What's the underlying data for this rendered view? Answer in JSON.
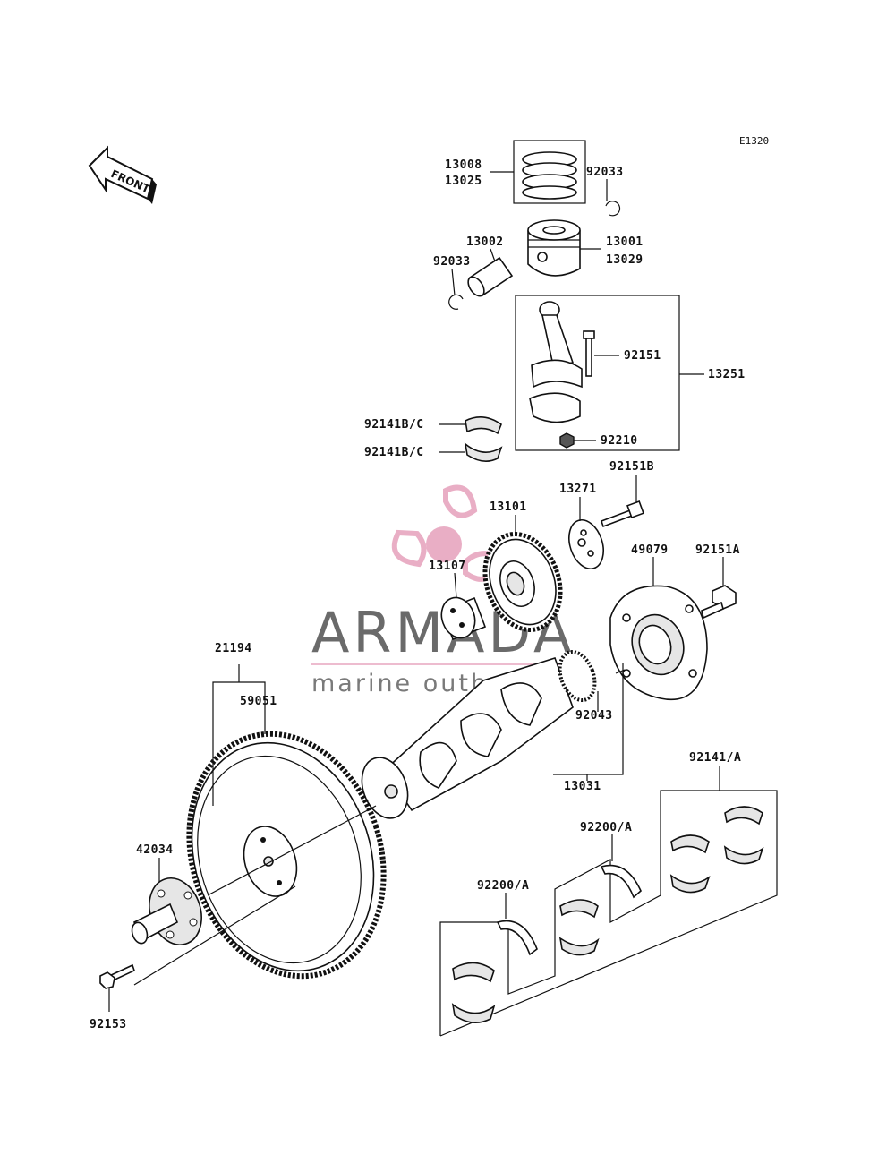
{
  "diagram_code": "E1320",
  "front_arrow_label": "FRONT",
  "watermark": {
    "brand": "ARMADA",
    "tagline": "marine outboard",
    "accent_color": "#e7a6bf"
  },
  "labels": {
    "p13008": "13008",
    "p13025": "13025",
    "p92033_top": "92033",
    "p13002": "13002",
    "p13001": "13001",
    "p13029": "13029",
    "p92033_left": "92033",
    "p92151": "92151",
    "p13251": "13251",
    "p92141bc_1": "92141B/C",
    "p92141bc_2": "92141B/C",
    "p92210": "92210",
    "p92151b": "92151B",
    "p13271": "13271",
    "p13101": "13101",
    "p13107": "13107",
    "p49079": "49079",
    "p92151a": "92151A",
    "p21194": "21194",
    "p59051": "59051",
    "p92043": "92043",
    "p92141a": "92141/A",
    "p13031": "13031",
    "p92200a_1": "92200/A",
    "p92200a_2": "92200/A",
    "p42034": "42034",
    "p92153": "92153"
  }
}
